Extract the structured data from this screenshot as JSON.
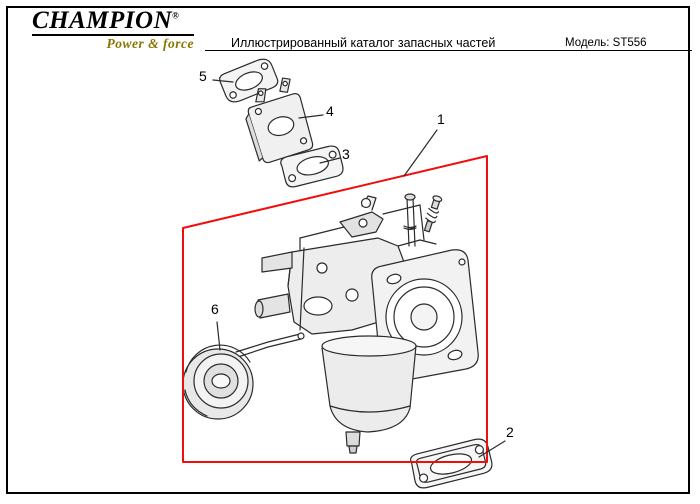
{
  "header": {
    "logo_text": "CHAMPION",
    "logo_registered_mark": "®",
    "logo_tagline": "Power & force",
    "title": "Иллюстрированный каталог запасных частей",
    "model_label": "Модель: ST556"
  },
  "colors": {
    "logo": "#000000",
    "tagline": "#8a7500",
    "highlight_box": "#f20d0d",
    "line_art": "#2b2b2b"
  },
  "diagram": {
    "callouts": [
      {
        "number": "1"
      },
      {
        "number": "2"
      },
      {
        "number": "3"
      },
      {
        "number": "4"
      },
      {
        "number": "5"
      },
      {
        "number": "6"
      }
    ]
  }
}
